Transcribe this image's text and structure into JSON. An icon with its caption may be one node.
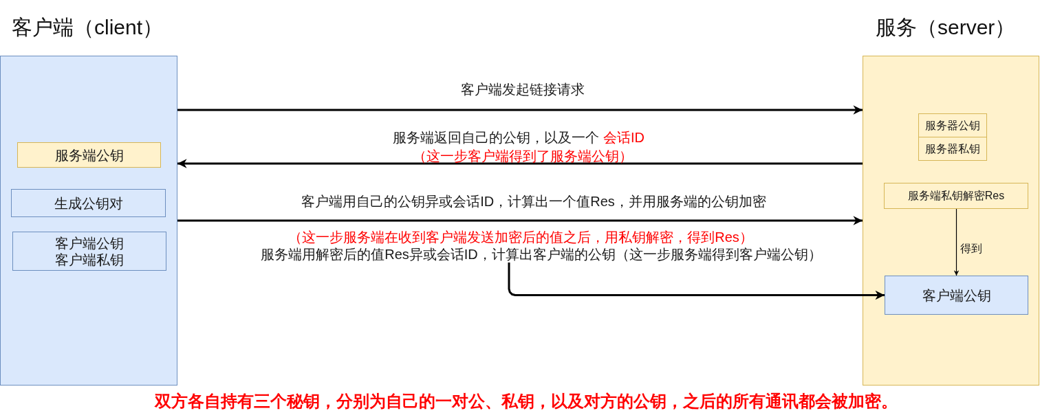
{
  "diagram": {
    "nodes": [
      {
        "text": [
          "客户端（client）"
        ]
      },
      {
        "text": [
          "服务端公钥"
        ],
        "in": 0
      },
      {
        "text": [
          "生成公钥对"
        ],
        "in": 0
      },
      {
        "text": [
          "客户端公钥",
          "客户端私钥"
        ],
        "in": 0
      },
      {
        "text": [
          "服务端用解密后的值Res异或会话ID，计算出客户端的公钥（这一步服务端得到客户端公钥）"
        ]
      },
      {
        "text": [
          "服务（server）"
        ]
      },
      {
        "text": [
          "服务器公钥"
        ],
        "in": 5
      },
      {
        "text": [
          "服务器私钥"
        ],
        "in": 5
      },
      {
        "text": [
          "服务端私钥解密Res"
        ],
        "in": 5
      },
      {
        "text": [
          "客户端公钥"
        ],
        "in": 5
      }
    ],
    "edges": [
      {
        "from": 0,
        "to": 5,
        "arrow": "to",
        "label": "客户端发起链接请求"
      },
      {
        "from": 5,
        "to": 0,
        "arrow": "to",
        "label": "服务端返回自己的公钥，以及一个"
      },
      {
        "from": 0,
        "to": 5,
        "arrow": "to",
        "label": "客户端用自己的公钥异或会话ID，计算出一个值Res，并用服务端的公钥加密"
      },
      {
        "from": 8,
        "to": 9,
        "arrow": "to",
        "label": "得到"
      },
      {
        "from": 4,
        "to": 9,
        "arrow": "to"
      }
    ],
    "labels": [
      "会话ID",
      "（这一步客户端得到了服务端公钥）",
      "（这一步服务端在收到客户端发送加密后的值之后，用私钥解密，得到Res）"
    ],
    "caption": "双方各自持有三个秘钥，分别为自己的一对公、私钥，以及对方的公钥，之后的所有通讯都会被加密。"
  }
}
